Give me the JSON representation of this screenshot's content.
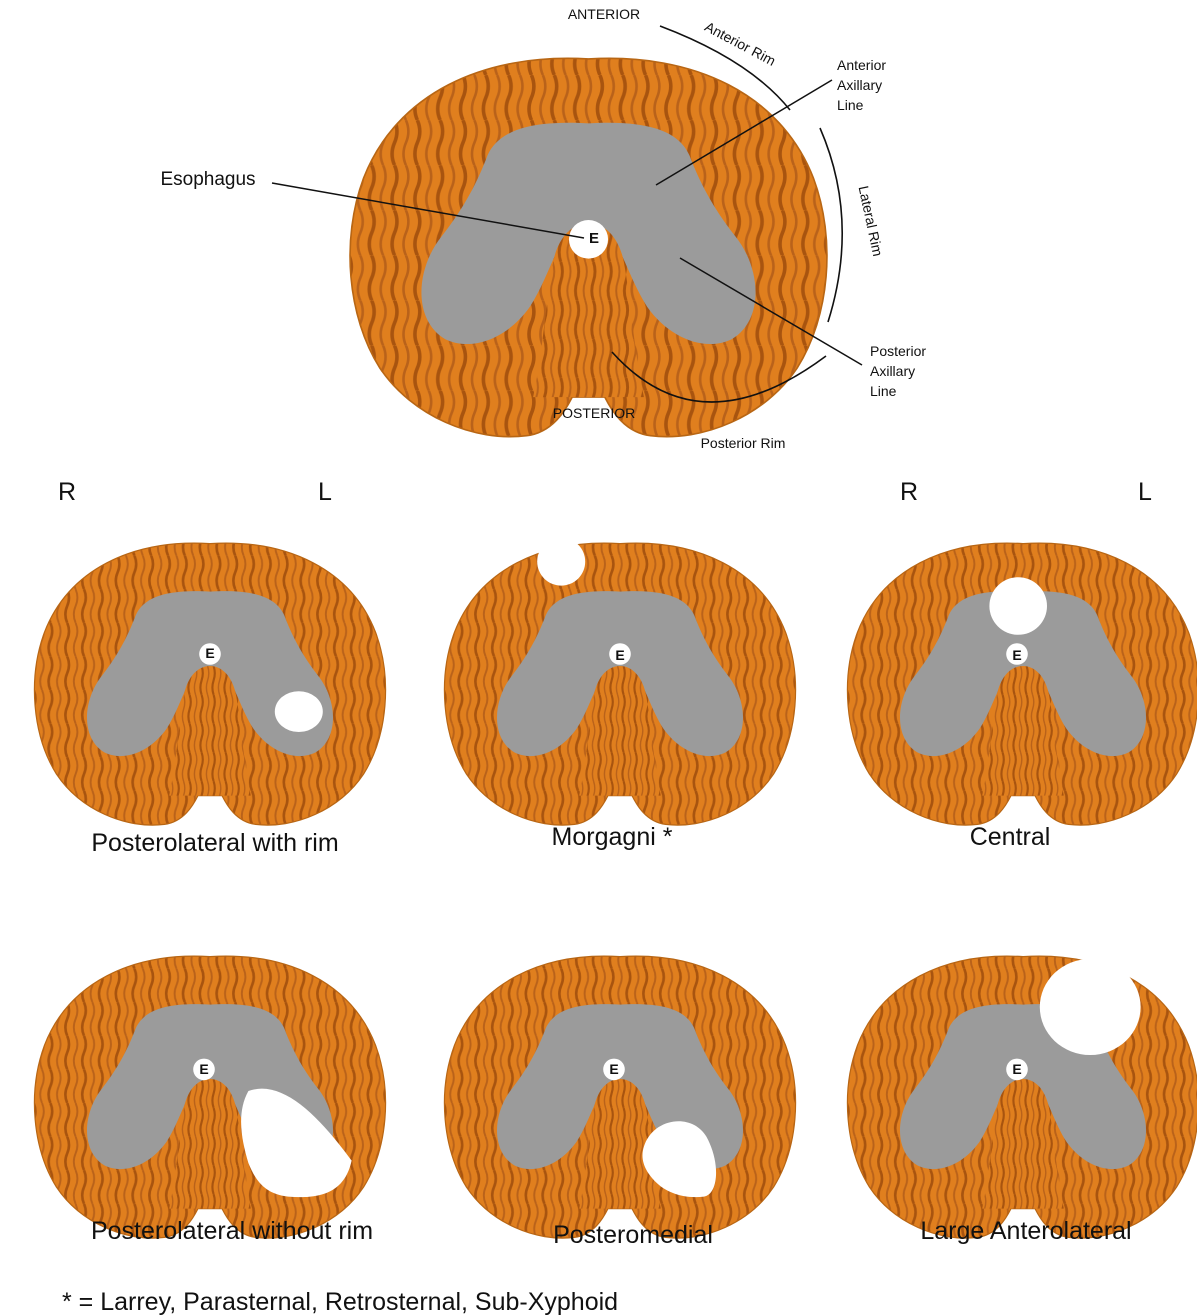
{
  "colors": {
    "muscle": "#e07f1e",
    "muscle_stripe": "#a8540f",
    "tendon": "#9b9b9b",
    "defect": "#ffffff",
    "outline": "#b86614",
    "line": "#111111"
  },
  "main_diagram": {
    "anterior": "ANTERIOR",
    "posterior": "POSTERIOR",
    "anterior_rim": "Anterior Rim",
    "lateral_rim": "Lateral Rim",
    "posterior_rim": "Posterior Rim",
    "esophagus": "Esophagus",
    "esophagus_marker": "E",
    "anterior_axillary_line": [
      "Anterior",
      "Axillary",
      "Line"
    ],
    "posterior_axillary_line": [
      "Posterior",
      "Axillary",
      "Line"
    ]
  },
  "orientation": {
    "left_group": {
      "r": "R",
      "l": "L"
    },
    "right_group": {
      "r": "R",
      "l": "L"
    }
  },
  "hernia_types": [
    {
      "caption": "Posterolateral with rim",
      "defect": "posterolateral-with-rim"
    },
    {
      "caption": "Morgagni *",
      "defect": "morgagni"
    },
    {
      "caption": "Central",
      "defect": "central"
    },
    {
      "caption": "Posterolateral without rim",
      "defect": "posterolateral-without-rim"
    },
    {
      "caption": "Posteromedial",
      "defect": "posteromedial"
    },
    {
      "caption": "Large Anterolateral",
      "defect": "large-anterolateral"
    }
  ],
  "esophagus_marker_small": "E",
  "footnote": "* = Larrey, Parasternal, Retrosternal, Sub-Xyphoid"
}
